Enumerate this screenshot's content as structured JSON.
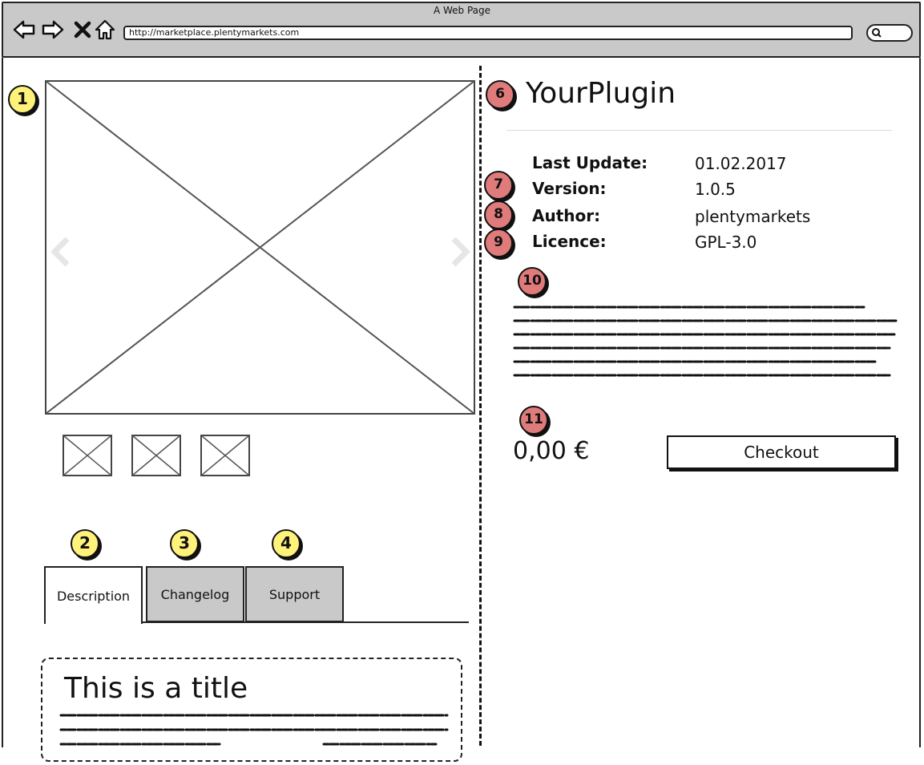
{
  "browser": {
    "window_title": "A Web Page",
    "url": "http://marketplace.plentymarkets.com"
  },
  "badges": {
    "b1": "1",
    "b2": "2",
    "b3": "3",
    "b4": "4",
    "b6": "6",
    "b7": "7",
    "b8": "8",
    "b9": "9",
    "b10": "10",
    "b11": "11"
  },
  "tabs": [
    {
      "label": "Description",
      "active": true
    },
    {
      "label": "Changelog",
      "active": false
    },
    {
      "label": "Support",
      "active": false
    }
  ],
  "content": {
    "title": "This is a title"
  },
  "plugin": {
    "name": "YourPlugin",
    "meta": [
      {
        "key": "Last Update:",
        "value": "01.02.2017"
      },
      {
        "key": "Version:",
        "value": "1.0.5"
      },
      {
        "key": "Author:",
        "value": "plentymarkets"
      },
      {
        "key": "Licence:",
        "value": "GPL-3.0"
      }
    ],
    "price": "0,00 €",
    "checkout_label": "Checkout"
  },
  "colors": {
    "chrome": "#c9c9c9",
    "badge_yellow": "#fff27a",
    "badge_red": "#e07b7b"
  },
  "icons": [
    "back-arrow-icon",
    "forward-arrow-icon",
    "close-icon",
    "home-icon",
    "search-icon",
    "chevron-left-icon",
    "chevron-right-icon",
    "image-placeholder-icon"
  ]
}
